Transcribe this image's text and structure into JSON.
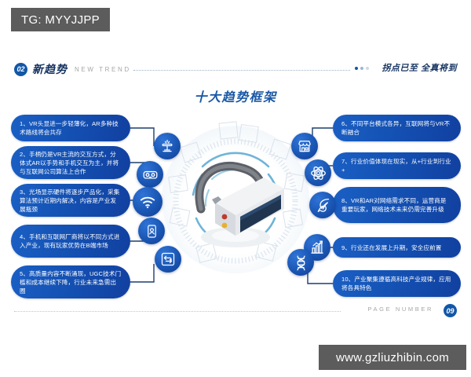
{
  "watermarks": {
    "top": "TG: MYYJJPP",
    "bottom": "www.gzliuzhibin.com"
  },
  "header": {
    "badge": "02",
    "brand_cn": "新趋势",
    "brand_en": "NEW TREND",
    "tagline": "拐点已至 全真将到"
  },
  "title": "十大趋势框架",
  "footer": {
    "page_label": "PAGE NUMBER",
    "page_number": "09"
  },
  "center": {
    "illustration": "vr-headset-illustration"
  },
  "items_left": [
    {
      "n": "1",
      "text": "1、VR头显进一步轻薄化，AR多种技术路线将会共存",
      "icon": "fountain-icon"
    },
    {
      "n": "2",
      "text": "2、手柄仍是VR主流的交互方式，分体式AR以手势和手机交互为主，并将与互联网公司算法上合作",
      "icon": "vr-goggles-icon"
    },
    {
      "n": "3",
      "text": "3、光场显示硬件将逐步产品化，采集算法预计近期内解决，内容是产业发展瓶颈",
      "icon": "wifi-icon"
    },
    {
      "n": "4",
      "text": "4、手机和互联网厂商将以不同方式进入产业，现有玩家优势在B端市场",
      "icon": "mobile-user-icon"
    },
    {
      "n": "5",
      "text": "5、高质量内容不断涌现，UGC技术门槛和成本继续下降，行业未来急需出圈",
      "icon": "exchange-icon"
    }
  ],
  "items_right": [
    {
      "n": "6",
      "text": "6、不同平台模式各异，互联网将与VR不断融合",
      "icon": "storefront-icon"
    },
    {
      "n": "7",
      "text": "7、行业价值体现在现实，从+行业到行业+",
      "icon": "atom-icon"
    },
    {
      "n": "8",
      "text": "8、VR和AR对网络需求不同，运营商是重要玩家，网络技术未来仍需完善升级",
      "icon": "leaf-head-icon"
    },
    {
      "n": "9",
      "text": "9、行业还在发展上升期，安全应前置",
      "icon": "bar-chart-up-icon"
    },
    {
      "n": "10",
      "text": "10、产业聚集遵循高科技产业规律，应用将各具特色",
      "icon": "molecule-icon"
    }
  ],
  "colors": {
    "brand_blue": "#1257a8",
    "pill_blue": "#1452b4",
    "title_blue": "#1a58a6",
    "wire_navy": "#1d3f6e",
    "watermark_gray": "#5c5c5c"
  }
}
